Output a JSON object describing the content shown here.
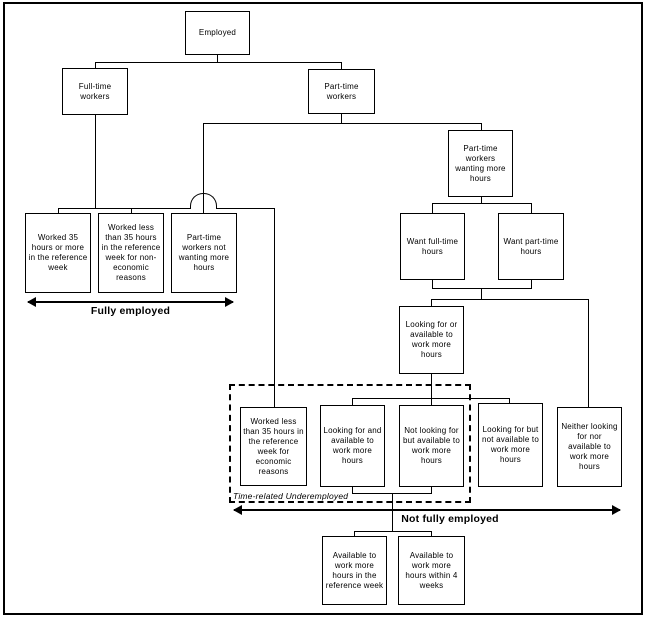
{
  "nodes": {
    "employed": {
      "label": "Employed"
    },
    "full_time_workers": {
      "label": "Full-time workers"
    },
    "part_time_workers": {
      "label": "Part-time workers"
    },
    "worked_35_or_more": {
      "label": "Worked 35 hours or more in the reference week"
    },
    "worked_less_non_economic": {
      "label": "Worked less than 35 hours in the reference week for non-economic reasons"
    },
    "pt_not_wanting_more": {
      "label": "Part-time workers not wanting more hours"
    },
    "pt_wanting_more": {
      "label": "Part-time workers wanting more hours"
    },
    "want_full_time": {
      "label": "Want full-time hours"
    },
    "want_part_time": {
      "label": "Want part-time hours"
    },
    "looking_or_available": {
      "label": "Looking for or available to work more hours"
    },
    "worked_less_economic": {
      "label": "Worked less than 35 hours in the reference week for economic reasons"
    },
    "looking_and_available": {
      "label": "Looking for and available to work more hours"
    },
    "not_looking_but_available": {
      "label": "Not looking for but available to work more hours"
    },
    "looking_but_not_available": {
      "label": "Looking for but not available to work more hours"
    },
    "neither_looking_nor_available": {
      "label": "Neither looking for nor available to work more hours"
    },
    "available_reference_week": {
      "label": "Available to work more hours in the reference week"
    },
    "available_4_weeks": {
      "label": "Available to work more hours within 4 weeks"
    }
  },
  "annotations": {
    "fully_employed": "Fully employed",
    "not_fully_employed": "Not fully employed",
    "time_related_underemployed": "Time-related Underemployed"
  },
  "colors": {
    "line": "#000000",
    "background": "#ffffff"
  }
}
